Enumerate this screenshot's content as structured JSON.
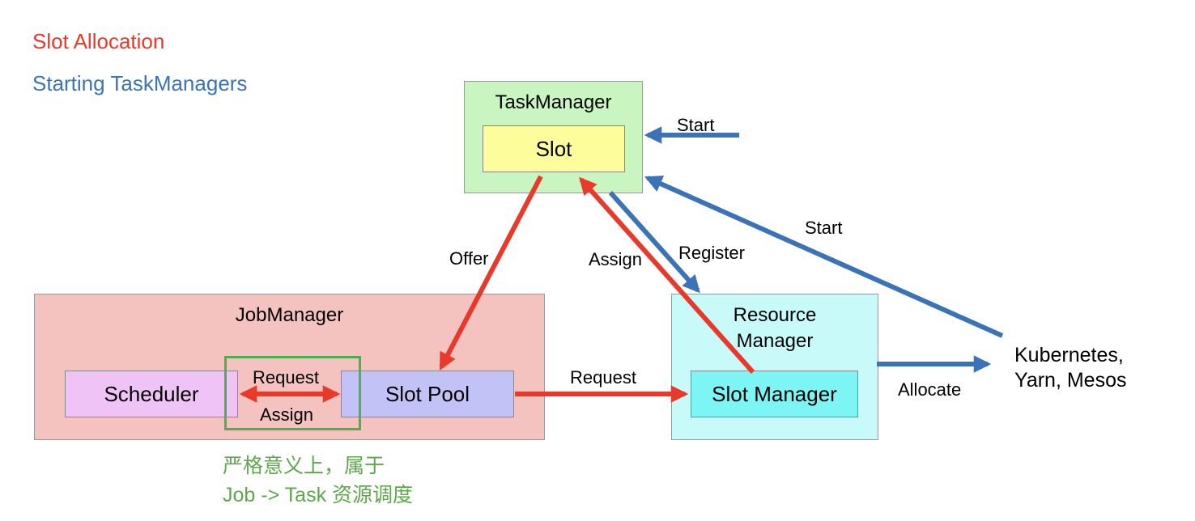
{
  "legend": {
    "slot_allocation": "Slot Allocation",
    "starting_taskmanagers": "Starting TaskManagers"
  },
  "colors": {
    "slot_allocation": "#e8392a",
    "starting_taskmanagers": "#3a73b8",
    "note": "#5ca84b",
    "highlight_border": "#4caf50",
    "taskmanager_fill": "#c9f5c0",
    "slot_fill": "#fefd9c",
    "jobmanager_fill": "#f4c3c0",
    "scheduler_fill": "#f0c3f7",
    "slotpool_fill": "#c3c2f7",
    "resourcemanager_fill": "#c8fafa",
    "slotmanager_fill": "#7ef5f5"
  },
  "task_manager": {
    "title": "TaskManager",
    "slot": "Slot"
  },
  "job_manager": {
    "title": "JobManager",
    "scheduler": "Scheduler",
    "slot_pool": "Slot Pool"
  },
  "resource_manager": {
    "title_line1": "Resource",
    "title_line2": "Manager",
    "slot_manager": "Slot Manager"
  },
  "external": {
    "line1": "Kubernetes,",
    "line2": "Yarn, Mesos"
  },
  "arrow_labels": {
    "start_top": "Start",
    "start_diagonal": "Start",
    "offer": "Offer",
    "assign_diagonal": "Assign",
    "register": "Register",
    "request_inner": "Request",
    "assign_inner": "Assign",
    "request_rm": "Request",
    "allocate": "Allocate"
  },
  "note": {
    "line1": "严格意义上，属于",
    "line2": "Job -> Task 资源调度"
  }
}
